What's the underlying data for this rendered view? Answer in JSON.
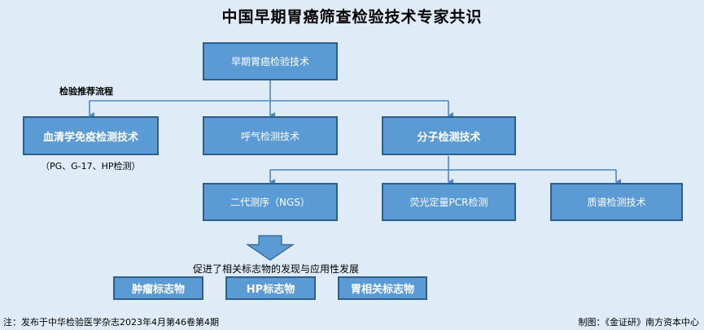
{
  "title": "中国早期胃癌筛查检验技术专家共识",
  "root": "早期胃癌检验技术",
  "recommended_label": "检验推荐流程",
  "level1": {
    "serology": "血清学免疫检测技术",
    "serology_note": "（PG、G-17、HP检测）",
    "breath": "呼气检测技术",
    "molecular": "分子检测技术"
  },
  "level2": {
    "ngs": "二代测序（NGS）",
    "pcr": "荧光定量PCR检测",
    "ms": "质谱检测技术"
  },
  "arrow_text": "促进了相关标志物的发现与应用性发展",
  "markers": [
    "肿瘤标志物",
    "HP标志物",
    "胃相关标志物"
  ],
  "footer": {
    "source": "注：发布于中华检验医学杂志2023年4月第46卷第4期",
    "credit": "制图：《金证研》南方资本中心"
  },
  "colors": {
    "background": "#dfecf7",
    "box_fill": "#5b9bd5",
    "box_border": "#2e5f8c",
    "connector": "#4a86c5"
  }
}
